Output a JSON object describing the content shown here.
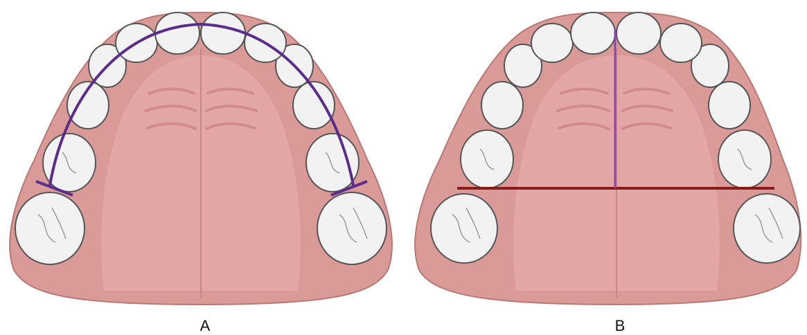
{
  "figure": {
    "panels": [
      {
        "id": "A",
        "caption": "A",
        "measurement": "arch-perimeter-curve",
        "line_color": "#5a2d8c"
      },
      {
        "id": "B",
        "caption": "B",
        "measurement": "arch-depth-and-width",
        "depth_line_color": "#8e44ad",
        "width_line_color": "#8b1a1a"
      }
    ],
    "colors": {
      "gum": "#d99a98",
      "gum_dark": "#c98a88",
      "palate": "#e3a7a5",
      "tooth_fill": "#f2f2f2",
      "tooth_stroke": "#555555"
    }
  }
}
